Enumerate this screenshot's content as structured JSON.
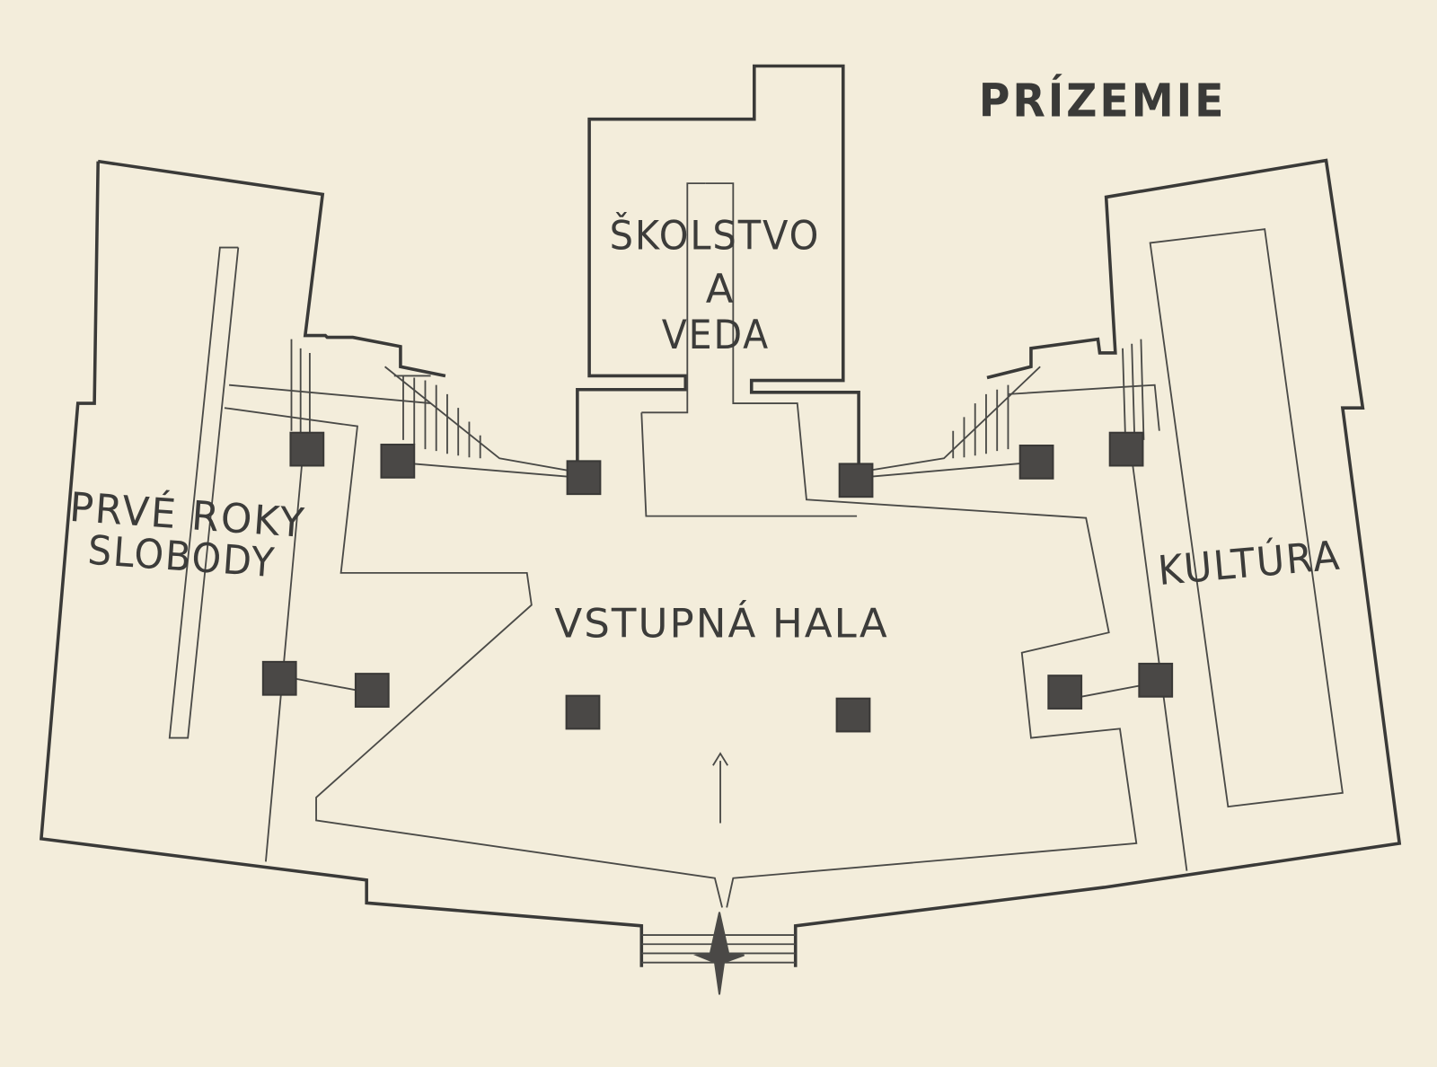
{
  "plan": {
    "title": "PRÍZEMIE",
    "rooms": {
      "school_line1": "ŠKOLSTVO",
      "school_line2": "A",
      "school_line3": "VEDA",
      "first_years_line1": "PRVÉ ROKY",
      "first_years_line2": "SLOBODY",
      "hall": "VSTUPNÁ HALA",
      "culture": "KULTÚRA"
    }
  }
}
